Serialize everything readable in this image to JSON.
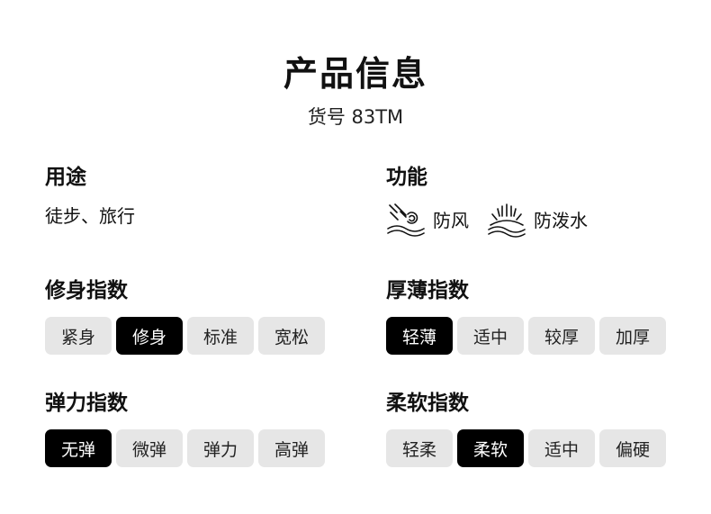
{
  "header": {
    "title": "产品信息",
    "subtitle": "货号 83TM"
  },
  "usage": {
    "heading": "用途",
    "value": "徒步、旅行"
  },
  "function": {
    "heading": "功能",
    "items": [
      {
        "label": "防风",
        "icon": "wind-icon"
      },
      {
        "label": "防泼水",
        "icon": "water-repellent-icon"
      }
    ]
  },
  "fit_index": {
    "heading": "修身指数",
    "options": [
      "紧身",
      "修身",
      "标准",
      "宽松"
    ],
    "selected": "修身"
  },
  "thickness_index": {
    "heading": "厚薄指数",
    "options": [
      "轻薄",
      "适中",
      "较厚",
      "加厚"
    ],
    "selected": "轻薄"
  },
  "elasticity_index": {
    "heading": "弹力指数",
    "options": [
      "无弹",
      "微弹",
      "弹力",
      "高弹"
    ],
    "selected": "无弹"
  },
  "softness_index": {
    "heading": "柔软指数",
    "options": [
      "轻柔",
      "柔软",
      "适中",
      "偏硬"
    ],
    "selected": "柔软"
  },
  "colors": {
    "selected_bg": "#000000",
    "chip_bg": "#e6e6e6"
  }
}
